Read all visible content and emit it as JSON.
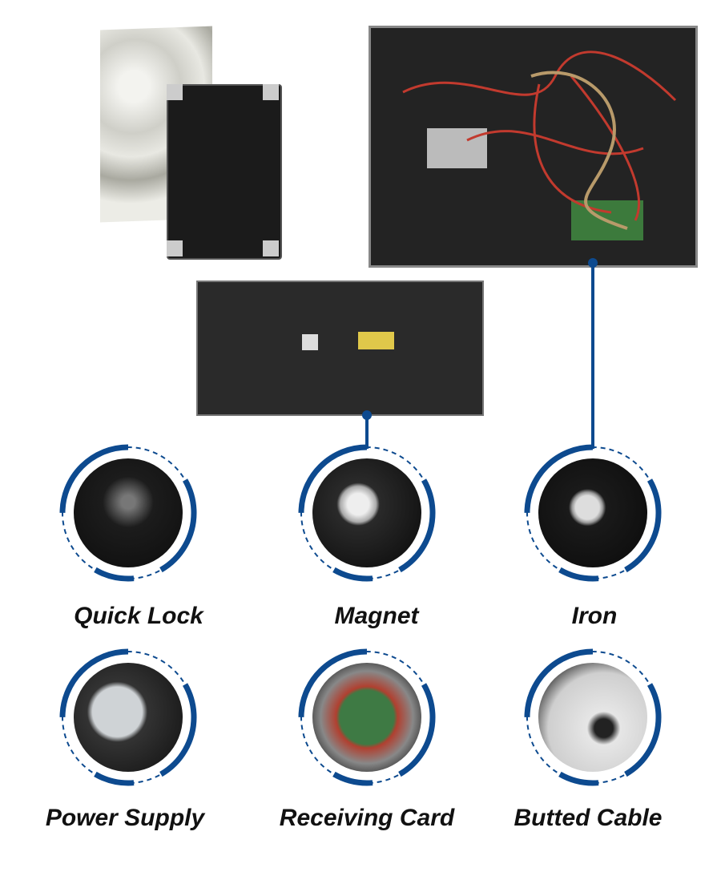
{
  "accent_color": "#0d4a8f",
  "features": [
    {
      "label": "Quick Lock"
    },
    {
      "label": "Magnet"
    },
    {
      "label": "Iron"
    },
    {
      "label": "Power Supply"
    },
    {
      "label": "Receiving Card"
    },
    {
      "label": "Butted Cable"
    }
  ]
}
